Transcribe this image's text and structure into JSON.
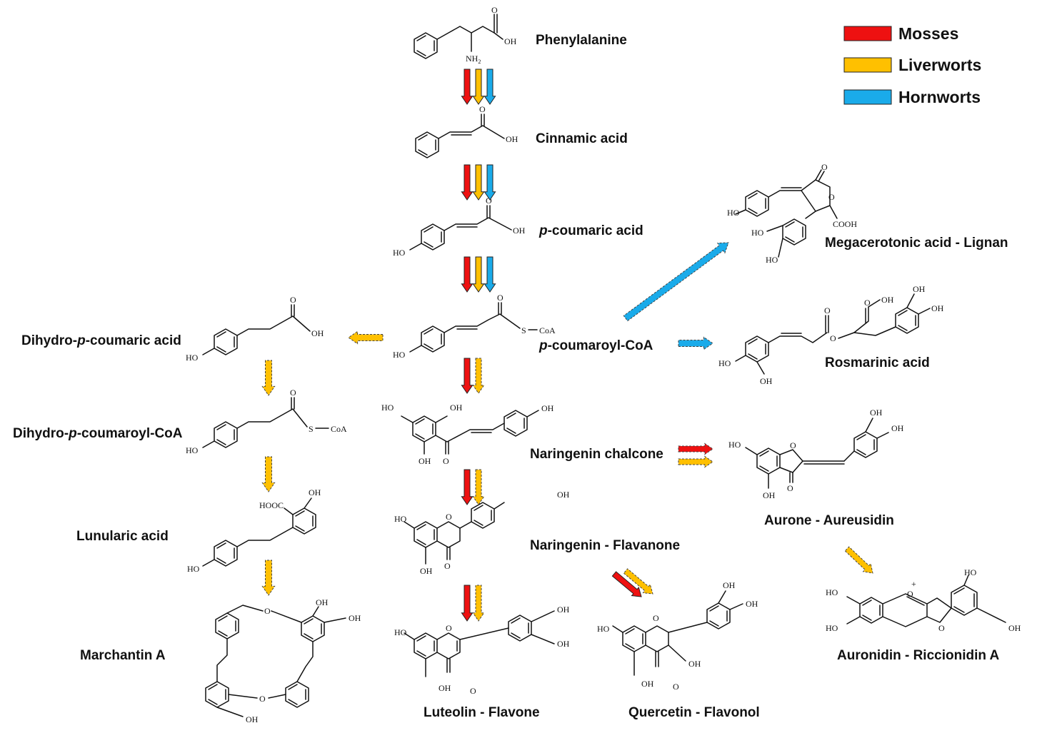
{
  "legend": [
    {
      "label": "Mosses",
      "color": "#ee1111"
    },
    {
      "label": "Liverworts",
      "color": "#ffc000"
    },
    {
      "label": "Hornworts",
      "color": "#1aabea"
    }
  ],
  "compounds": {
    "phenylalanine": "Phenylalanine",
    "cinnamic": "Cinnamic acid",
    "pcoumaric": [
      "",
      "p",
      "-coumaric acid"
    ],
    "pcoumaroylcoa": [
      "",
      "p",
      "-coumaroyl-CoA"
    ],
    "dihydro_pcoumaric": [
      "Dihydro-",
      "p",
      "-coumaric acid"
    ],
    "dihydro_pcoumaroylcoa": [
      "Dihydro-",
      "p",
      "-coumaroyl-CoA"
    ],
    "lunularic": "Lunularic acid",
    "marchantin": "Marchantin A",
    "naringenin_chalcone": "Naringenin chalcone",
    "naringenin": "Naringenin - Flavanone",
    "luteolin": "Luteolin - Flavone",
    "quercetin": "Quercetin - Flavonol",
    "megacerotonic": "Megacerotonic acid - Lignan",
    "rosmarinic": "Rosmarinic acid",
    "aurone": "Aurone - Aureusidin",
    "auronidin": "Auronidin - Riccionidin A"
  },
  "atoms": {
    "oh": "OH",
    "ho": "HO",
    "o": "O",
    "nh2": "NH",
    "sub2": "2",
    "s": "S",
    "coa": "CoA",
    "cooh": "COOH",
    "hooc": "HOOC",
    "plus": "+"
  },
  "arrow_colors": {
    "mosses": "#ee1111",
    "liverworts": "#ffc000",
    "hornworts": "#1aabea"
  }
}
